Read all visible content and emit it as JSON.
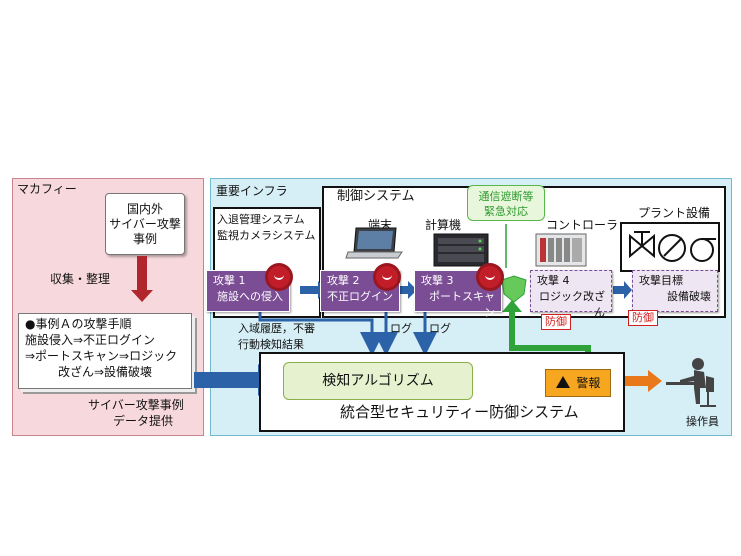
{
  "mcafee": {
    "title": "マカフィー",
    "scroll": [
      "国内外",
      "サイバー攻撃",
      "事例"
    ],
    "collect_label": "収集・整理",
    "case_lines": [
      "●事例Ａの攻撃手順",
      "施設侵入⇒不正ログイン",
      "⇒ポートスキャン⇒ロジック",
      "改ざん⇒設備破壊"
    ],
    "provide_lines": [
      "サイバー攻撃事例",
      "データ提供"
    ]
  },
  "infra": {
    "title": "重要インフラ",
    "entry_lines": [
      "入退管理システム",
      "監視カメラシステム"
    ],
    "control_title": "制御システム",
    "devices": {
      "terminal": "端末",
      "computer": "計算機",
      "controller": "コントローラ",
      "plant": "プラント設備"
    },
    "cut_note": [
      "通信遮断等",
      "緊急対応"
    ]
  },
  "attacks": [
    {
      "t1": "攻撃 1",
      "t2": "施設への侵入"
    },
    {
      "t1": "攻撃 2",
      "t2": "不正ログイン"
    },
    {
      "t1": "攻撃 3",
      "t2": "ポートスキャン"
    },
    {
      "t1": "攻撃 4",
      "t2": "ロジック改ざん"
    },
    {
      "t1": "攻撃目標",
      "t2": "設備破壊"
    }
  ],
  "defense_tag": "防御",
  "logs": {
    "entry": [
      "入域履歴，不審",
      "行動検知結果"
    ],
    "log": "ログ"
  },
  "defense_system": {
    "algorithm": "検知アルゴリズム",
    "alarm": "警報",
    "title": "統合型セキュリティー防御システム"
  },
  "operator": "操作員",
  "colors": {
    "attack": "#7a4d95",
    "defense_red": "#d21f1f",
    "green": "#2fa33a",
    "orange": "#e8781a",
    "blue": "#2c62a8",
    "darkred": "#b0262c"
  }
}
